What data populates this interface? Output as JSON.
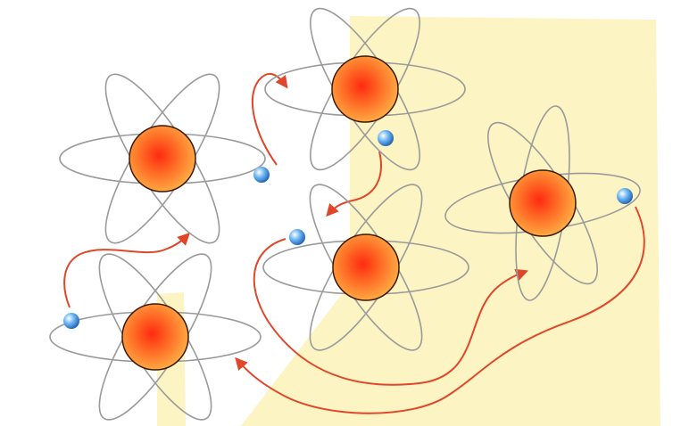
{
  "colors": {
    "background": "#ffffff",
    "backdrop": "#fdf2b8",
    "orbit": "#9a9a9a",
    "nucleus_light": "#ffe07a",
    "nucleus_mid": "#ff7a2a",
    "nucleus_dark": "#e8340f",
    "nucleus_outline": "#3a1a05",
    "electron_light": "#e6f3ff",
    "electron_mid": "#4aa3f0",
    "electron_dark": "#1f5fb0",
    "arrow": "#e0462a"
  },
  "atoms": [
    {
      "name": "atom-top-left",
      "electron_angle_deg": 6
    },
    {
      "name": "atom-top-center",
      "electron_angle_deg": 35
    },
    {
      "name": "atom-middle-center",
      "electron_angle_deg": 205
    },
    {
      "name": "atom-right",
      "electron_angle_deg": -5
    },
    {
      "name": "atom-bottom-left",
      "electron_angle_deg": 185
    }
  ],
  "arrows": [
    {
      "name": "electron-path-topleft-to-topcenter"
    },
    {
      "name": "electron-path-topcenter-to-middle"
    },
    {
      "name": "electron-path-bottomleft-to-topleft"
    },
    {
      "name": "electron-path-middle-to-right"
    },
    {
      "name": "electron-path-right-to-bottomleft"
    }
  ]
}
